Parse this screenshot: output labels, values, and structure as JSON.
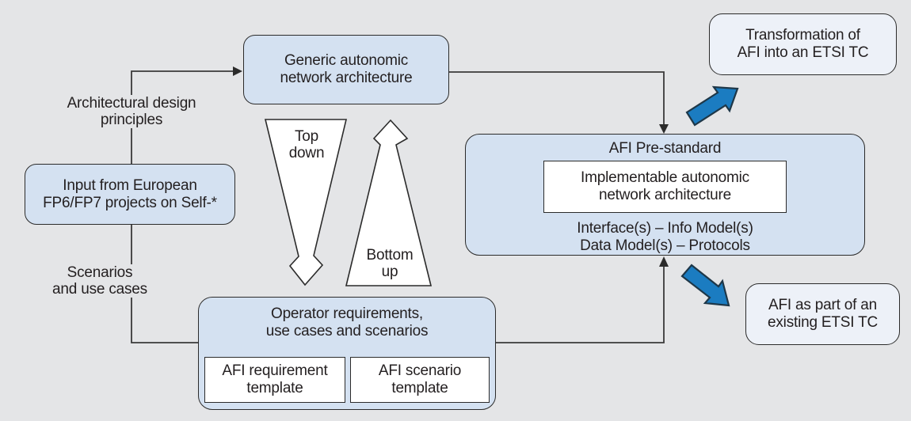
{
  "colors": {
    "background": "#e4e5e7",
    "box_fill": "#d4e1f1",
    "box_fill_light": "#edf1f8",
    "box_border": "#2b2b2b",
    "text": "#231f20",
    "connector": "#3a3a3a",
    "blue_arrow_fill": "#1b7cc1",
    "blue_arrow_stroke": "#1e3748",
    "inner_box_fill": "#ffffff"
  },
  "boxes": {
    "generic": {
      "line1": "Generic autonomic",
      "line2": "network architecture"
    },
    "transformation": {
      "line1": "Transformation of",
      "line2": "AFI into an ETSI TC"
    },
    "input": {
      "line1": "Input from European",
      "line2": "FP6/FP7 projects on Self-*"
    },
    "prestandard": {
      "title": "AFI Pre-standard",
      "inner_line1": "Implementable autonomic",
      "inner_line2": "network architecture",
      "detail_line1": "Interface(s) – Info Model(s)",
      "detail_line2": "Data Model(s) – Protocols"
    },
    "operator": {
      "line1": "Operator requirements,",
      "line2": "use cases and scenarios",
      "template1_line1": "AFI requirement",
      "template1_line2": "template",
      "template2_line1": "AFI scenario",
      "template2_line2": "template"
    },
    "afi_part": {
      "line1": "AFI as part of an",
      "line2": "existing ETSI TC"
    }
  },
  "labels": {
    "architectural": {
      "line1": "Architectural design",
      "line2": "principles"
    },
    "scenarios": {
      "line1": "Scenarios",
      "line2": "and use cases"
    },
    "top_down": {
      "line1": "Top",
      "line2": "down"
    },
    "bottom_up": {
      "line1": "Bottom",
      "line2": "up"
    }
  },
  "icons": {
    "top_down_arrow": "funnel-down-arrow",
    "bottom_up_arrow": "funnel-up-arrow",
    "blue_up_arrow": "thick-arrow-up-right",
    "blue_down_arrow": "thick-arrow-down-right",
    "connector_arrowheads": "triangle-arrowhead"
  }
}
